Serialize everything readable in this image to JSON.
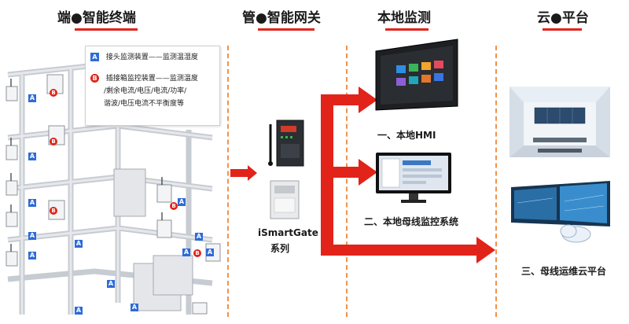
{
  "headers": {
    "terminal": "端●智能终端",
    "gateway": "管●智能网关",
    "local": "本地监测",
    "cloud": "云●平台"
  },
  "legend": {
    "a_badge": "A",
    "a_text": "接头监测装置——监测温湿度",
    "b_badge": "B",
    "b_text_1": "插接箱监控装置——监测温度",
    "b_text_2": "/剩余电流/电压/电流/功率/",
    "b_text_3": "谐波/电压电流不平衡度等"
  },
  "markers": {
    "a": "A",
    "b": "B"
  },
  "gateway": {
    "name": "iSmartGate",
    "series": "系列"
  },
  "outputs": {
    "hmi": "一、本地HMI",
    "busway": "二、本地母线监控系统",
    "cloud": "三、母线运维云平台"
  },
  "colors": {
    "accent": "#e2231a",
    "badge_blue": "#2e6bd8",
    "divider": "#f0924a"
  }
}
